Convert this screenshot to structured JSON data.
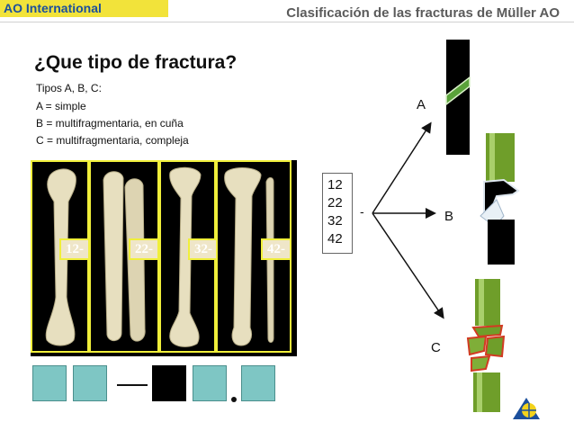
{
  "header": {
    "logo_ao": "AO",
    "logo_rest": " International",
    "title": "Clasificación de las fracturas de Müller AO"
  },
  "question": "¿Que tipo de fractura?",
  "types": [
    "Tipos A, B, C:",
    "A = simple",
    "B = multifragmentaria, en cuña",
    "C = multifragmentaria, compleja"
  ],
  "bones": [
    {
      "label": "12-"
    },
    {
      "label": "22-"
    },
    {
      "label": "32-"
    },
    {
      "label": "42-"
    }
  ],
  "codes": [
    "12",
    "22",
    "32",
    "42"
  ],
  "connector": "-",
  "branches": [
    "A",
    "B",
    "C"
  ],
  "colors": {
    "header_yellow": "#f2e33a",
    "frame_yellow": "#f0ef3a",
    "code_box": "#7ec6c4",
    "bone_green": "#6f9e2a"
  }
}
